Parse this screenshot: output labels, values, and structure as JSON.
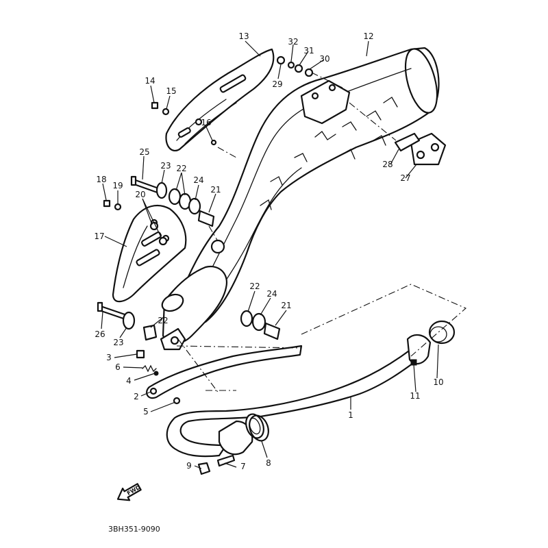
{
  "diagram": {
    "drawing_code": "3BH351-9090",
    "direction_arrow": "FWD",
    "parts": [
      {
        "id": "p1",
        "number": "1"
      },
      {
        "id": "p2",
        "number": "2"
      },
      {
        "id": "p3",
        "number": "3"
      },
      {
        "id": "p4",
        "number": "4"
      },
      {
        "id": "p5",
        "number": "5"
      },
      {
        "id": "p6",
        "number": "6"
      },
      {
        "id": "p7",
        "number": "7"
      },
      {
        "id": "p8",
        "number": "8"
      },
      {
        "id": "p9",
        "number": "9"
      },
      {
        "id": "p10",
        "number": "10"
      },
      {
        "id": "p11",
        "number": "11"
      },
      {
        "id": "p12",
        "number": "12"
      },
      {
        "id": "p13",
        "number": "13"
      },
      {
        "id": "p14",
        "number": "14"
      },
      {
        "id": "p15",
        "number": "15"
      },
      {
        "id": "p16",
        "number": "16"
      },
      {
        "id": "p17",
        "number": "17"
      },
      {
        "id": "p18",
        "number": "18"
      },
      {
        "id": "p19",
        "number": "19"
      },
      {
        "id": "p20",
        "number": "20"
      },
      {
        "id": "p21a",
        "number": "21"
      },
      {
        "id": "p21b",
        "number": "21"
      },
      {
        "id": "p22a",
        "number": "22"
      },
      {
        "id": "p22b",
        "number": "22"
      },
      {
        "id": "p22c",
        "number": "22"
      },
      {
        "id": "p23a",
        "number": "23"
      },
      {
        "id": "p23b",
        "number": "23"
      },
      {
        "id": "p24a",
        "number": "24"
      },
      {
        "id": "p24b",
        "number": "24"
      },
      {
        "id": "p25",
        "number": "25"
      },
      {
        "id": "p26",
        "number": "26"
      },
      {
        "id": "p27",
        "number": "27"
      },
      {
        "id": "p28",
        "number": "28"
      },
      {
        "id": "p29",
        "number": "29"
      },
      {
        "id": "p30",
        "number": "30"
      },
      {
        "id": "p31",
        "number": "31"
      },
      {
        "id": "p32",
        "number": "32"
      }
    ]
  }
}
